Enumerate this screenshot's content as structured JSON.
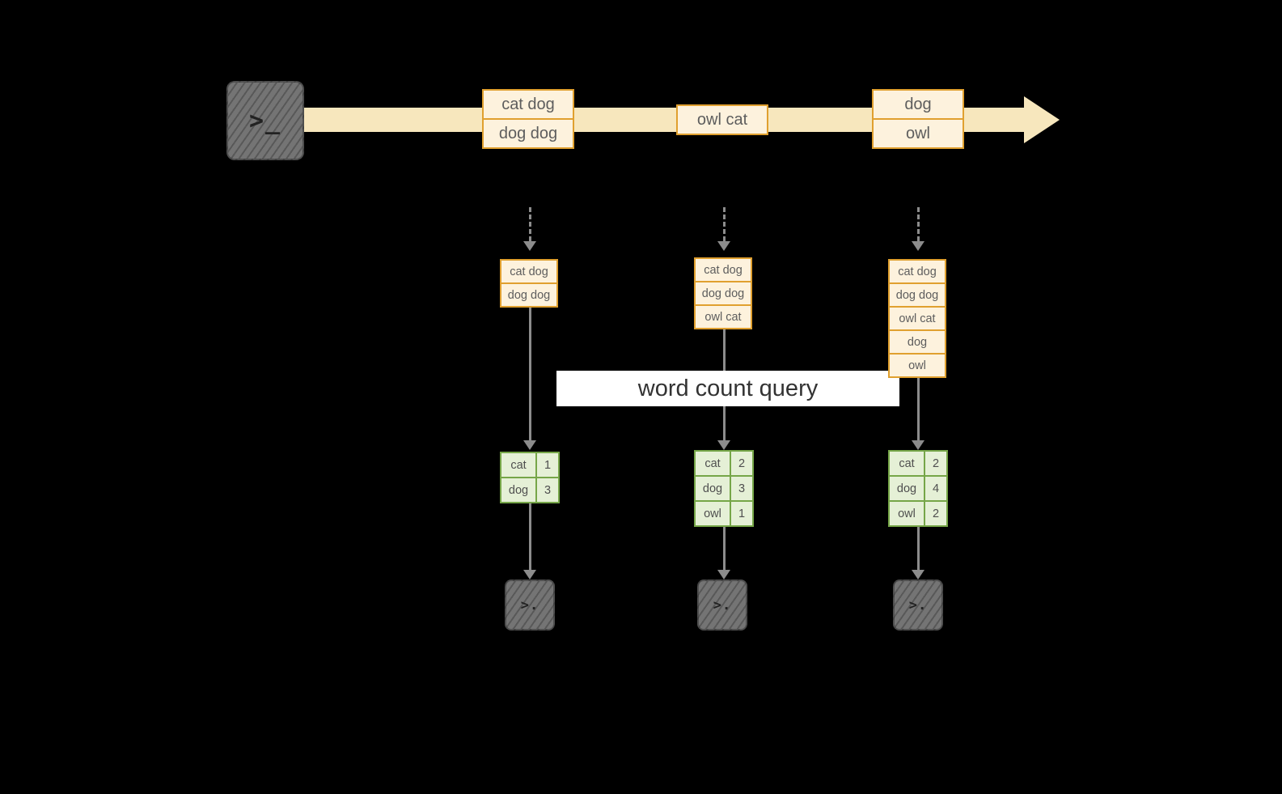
{
  "banner": {
    "label": "word count query"
  },
  "source": {
    "icon": "terminal-icon",
    "prompt": ">_"
  },
  "stream": {
    "batches": [
      {
        "lines": [
          "cat dog",
          "dog dog"
        ]
      },
      {
        "lines": [
          "owl cat"
        ]
      },
      {
        "lines": [
          "dog",
          "owl"
        ]
      }
    ]
  },
  "columns": [
    {
      "inputs": [
        "cat dog",
        "dog dog"
      ],
      "counts": [
        {
          "word": "cat",
          "value": "1"
        },
        {
          "word": "dog",
          "value": "3"
        }
      ],
      "sink_prompt": ">."
    },
    {
      "inputs": [
        "cat dog",
        "dog dog",
        "owl cat"
      ],
      "counts": [
        {
          "word": "cat",
          "value": "2"
        },
        {
          "word": "dog",
          "value": "3"
        },
        {
          "word": "owl",
          "value": "1"
        }
      ],
      "sink_prompt": ">."
    },
    {
      "inputs": [
        "cat dog",
        "dog dog",
        "owl cat",
        "dog",
        "owl"
      ],
      "counts": [
        {
          "word": "cat",
          "value": "2"
        },
        {
          "word": "dog",
          "value": "4"
        },
        {
          "word": "owl",
          "value": "2"
        }
      ],
      "sink_prompt": ">."
    }
  ],
  "colors": {
    "background": "#000000",
    "timeline_band": "#f7e7bd",
    "record_box_border": "#e0a02f",
    "record_box_fill": "#fdf2dd",
    "table_border": "#76a648",
    "table_fill": "#e5f0d6",
    "arrow": "#8c8c8c",
    "banner_background": "#ffffff"
  }
}
